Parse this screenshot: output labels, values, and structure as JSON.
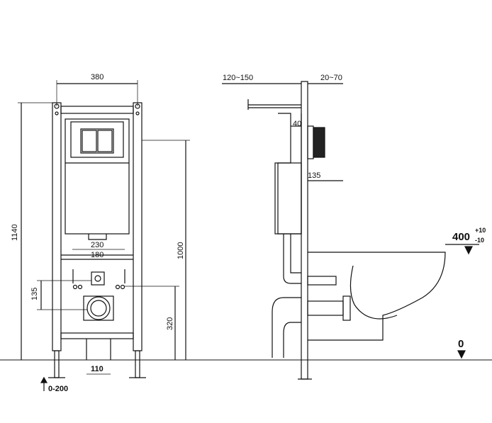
{
  "dimensions": {
    "frame_width": "380",
    "total_height": "1140",
    "cistern_height": "1000",
    "outlet_height": "320",
    "inlet_offset": "135",
    "fixing_230": "230",
    "fixing_180": "180",
    "bottom_width": "110",
    "leg_adjust": "0-200",
    "wall_depth": "120~150",
    "plate_depth": "20~70",
    "plate_offset": "40",
    "side_135": "135"
  },
  "levels": {
    "bowl_height": "400",
    "bowl_tol_plus": "+10",
    "bowl_tol_minus": "-10",
    "floor": "0"
  }
}
